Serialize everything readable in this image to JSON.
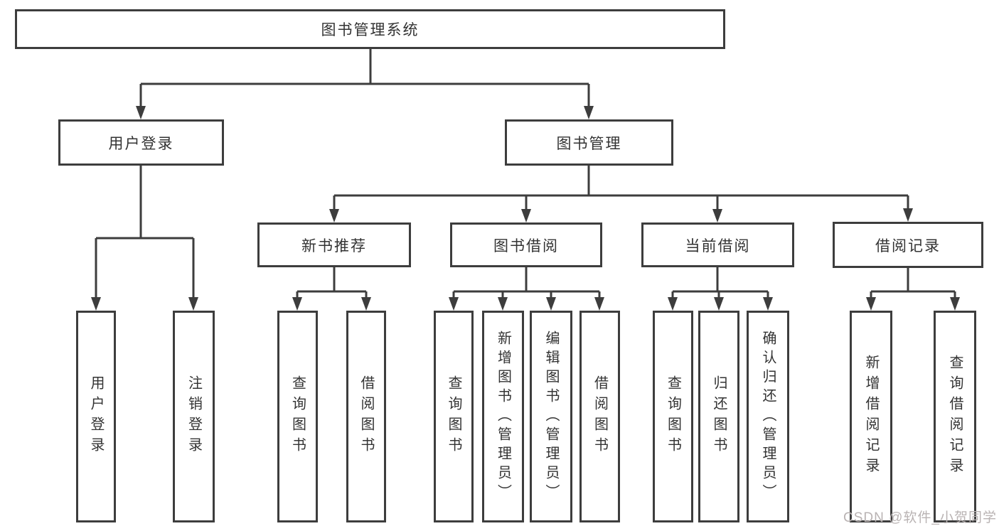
{
  "tree": {
    "label": "图书管理系统",
    "children": [
      {
        "label": "用户登录",
        "children": [
          {
            "label": "用户登录"
          },
          {
            "label": "注销登录"
          }
        ]
      },
      {
        "label": "图书管理",
        "children": [
          {
            "label": "新书推荐",
            "children": [
              {
                "label": "查询图书"
              },
              {
                "label": "借阅图书"
              }
            ]
          },
          {
            "label": "图书借阅",
            "children": [
              {
                "label": "查询图书"
              },
              {
                "label": "新增图书（管理员）"
              },
              {
                "label": "编辑图书（管理员）"
              },
              {
                "label": "借阅图书"
              }
            ]
          },
          {
            "label": "当前借阅",
            "children": [
              {
                "label": "查询图书"
              },
              {
                "label": "归还图书"
              },
              {
                "label": "确认归还（管理员）"
              }
            ]
          },
          {
            "label": "借阅记录",
            "children": [
              {
                "label": "新增借阅记录"
              },
              {
                "label": "查询借阅记录"
              }
            ]
          }
        ]
      }
    ]
  },
  "watermark": {
    "text": "CSDN @软件_小贺同学"
  },
  "colors": {
    "line": "#3d3d3d",
    "text": "#333333",
    "watermark": "#b9b3b3"
  }
}
